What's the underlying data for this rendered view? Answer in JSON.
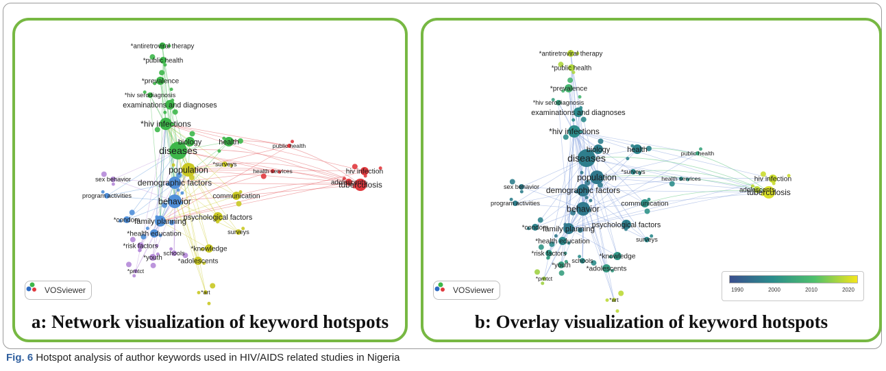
{
  "panels": {
    "a": {
      "caption": "a: Network visualization of keyword hotspots",
      "badge": "VOSviewer"
    },
    "b": {
      "caption": "b: Overlay visualization of keyword hotspots",
      "badge": "VOSviewer"
    }
  },
  "figure": {
    "label": "Fig. 6",
    "text": "Hotspot analysis of author keywords used in HIV/AIDS related studies in Nigeria"
  },
  "legend": {
    "ticks": [
      "1990",
      "2000",
      "2010",
      "2020"
    ],
    "colors": [
      "#3b4f8e",
      "#2b8c8c",
      "#4fc06c",
      "#f5e61b"
    ]
  },
  "cluster_colors": {
    "red": "#e0393e",
    "green": "#3db74a",
    "blue": "#4f8fd9",
    "yellow": "#c9c823",
    "purple": "#b58ad8"
  },
  "keywords": [
    {
      "label": "*antiretroviral therapy",
      "cluster": "green",
      "size": 5,
      "year": 2018
    },
    {
      "label": "*public health",
      "cluster": "green",
      "size": 5,
      "year": 2017
    },
    {
      "label": "*prevalence",
      "cluster": "green",
      "size": 6,
      "year": 2008
    },
    {
      "label": "*hiv serodiagnosis",
      "cluster": "green",
      "size": 4,
      "year": 2003
    },
    {
      "label": "examinations and diagnoses",
      "cluster": "green",
      "size": 7,
      "year": 1998
    },
    {
      "label": "*hiv infections",
      "cluster": "green",
      "size": 9,
      "year": 1999
    },
    {
      "label": "diseases",
      "cluster": "green",
      "size": 13,
      "year": 1996
    },
    {
      "label": "biology",
      "cluster": "green",
      "size": 7,
      "year": 1996
    },
    {
      "label": "health",
      "cluster": "green",
      "size": 7,
      "year": 1997
    },
    {
      "label": "public health",
      "cluster": "red",
      "size": 3,
      "year": 2004
    },
    {
      "label": "health services",
      "cluster": "red",
      "size": 3,
      "year": 1999
    },
    {
      "label": "hiv infection",
      "cluster": "red",
      "size": 6,
      "year": 2019
    },
    {
      "label": "tuberculosis",
      "cluster": "red",
      "size": 9,
      "year": 2020
    },
    {
      "label": "adolescents",
      "cluster": "red",
      "size": 5,
      "year": 2018
    },
    {
      "label": "population",
      "cluster": "yellow",
      "size": 10,
      "year": 1995
    },
    {
      "label": "*surveys",
      "cluster": "yellow",
      "size": 4,
      "year": 1998
    },
    {
      "label": "sex behavior",
      "cluster": "purple",
      "size": 4,
      "year": 1996
    },
    {
      "label": "demographic factors",
      "cluster": "blue",
      "size": 9,
      "year": 1995
    },
    {
      "label": "program activities",
      "cluster": "blue",
      "size": 4,
      "year": 1996
    },
    {
      "label": "communication",
      "cluster": "yellow",
      "size": 6,
      "year": 2000
    },
    {
      "label": "behavior",
      "cluster": "blue",
      "size": 10,
      "year": 1995
    },
    {
      "label": "psychological factors",
      "cluster": "yellow",
      "size": 7,
      "year": 1996
    },
    {
      "label": "*condom",
      "cluster": "blue",
      "size": 5,
      "year": 1997
    },
    {
      "label": "family planning",
      "cluster": "blue",
      "size": 8,
      "year": 1995
    },
    {
      "label": "surveys",
      "cluster": "yellow",
      "size": 4,
      "year": 1998
    },
    {
      "label": "*health education",
      "cluster": "blue",
      "size": 6,
      "year": 1998
    },
    {
      "label": "*risk factors",
      "cluster": "purple",
      "size": 5,
      "year": 2001
    },
    {
      "label": "*knowledge",
      "cluster": "yellow",
      "size": 6,
      "year": 2001
    },
    {
      "label": "schools",
      "cluster": "purple",
      "size": 4,
      "year": 1999
    },
    {
      "label": "*youth",
      "cluster": "purple",
      "size": 5,
      "year": 2003
    },
    {
      "label": "*adolescents",
      "cluster": "yellow",
      "size": 6,
      "year": 2002
    },
    {
      "label": "*pmtct",
      "cluster": "purple",
      "size": 3,
      "year": 2016
    },
    {
      "label": "*art",
      "cluster": "yellow",
      "size": 3,
      "year": 2018
    }
  ]
}
